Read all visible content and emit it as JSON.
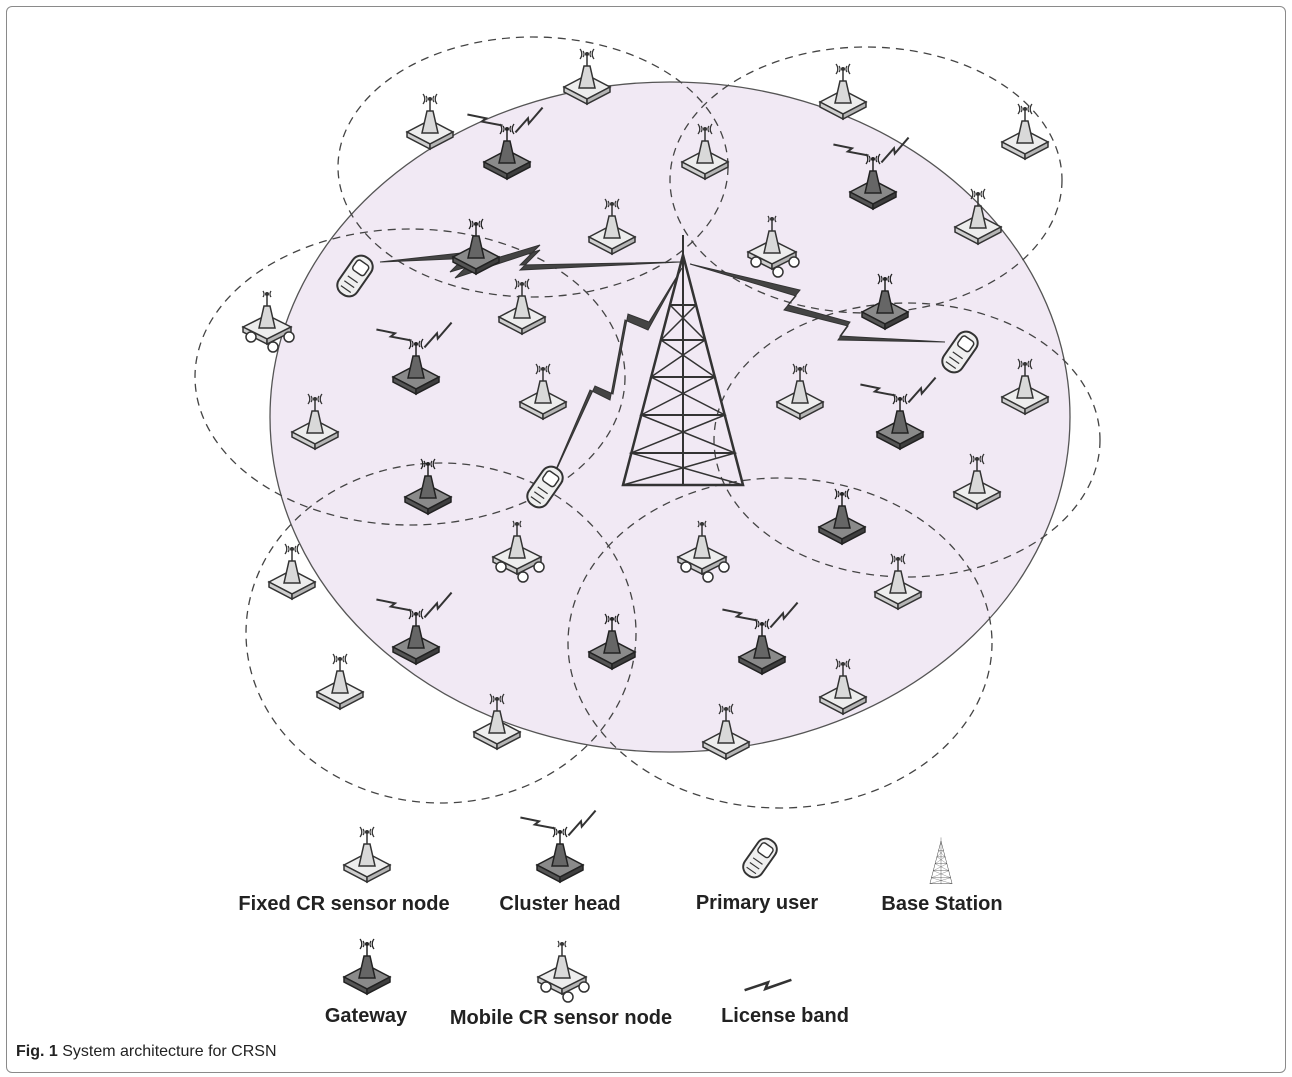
{
  "caption": {
    "figure_label": "Fig. 1",
    "text": "System architecture for CRSN"
  },
  "legend": {
    "fixed": "Fixed CR sensor node",
    "cluster_head": "Cluster head",
    "primary_user": "Primary user",
    "base_station": "Base Station",
    "gateway": "Gateway",
    "mobile": "Mobile CR sensor node",
    "license_band": "License band"
  },
  "colors": {
    "network_fill": "#f1e9f4",
    "network_stroke": "#555555",
    "node_light": "#e9e9e9",
    "node_dark": "#5a5a5a",
    "ink": "#333333"
  },
  "icons": {
    "fixed": "antenna-node-icon",
    "cluster_head": "cluster-head-icon",
    "gateway": "gateway-icon",
    "mobile": "mobile-node-icon",
    "primary_user": "phone-icon",
    "base_station": "tower-icon",
    "license_band": "lightning-icon"
  }
}
